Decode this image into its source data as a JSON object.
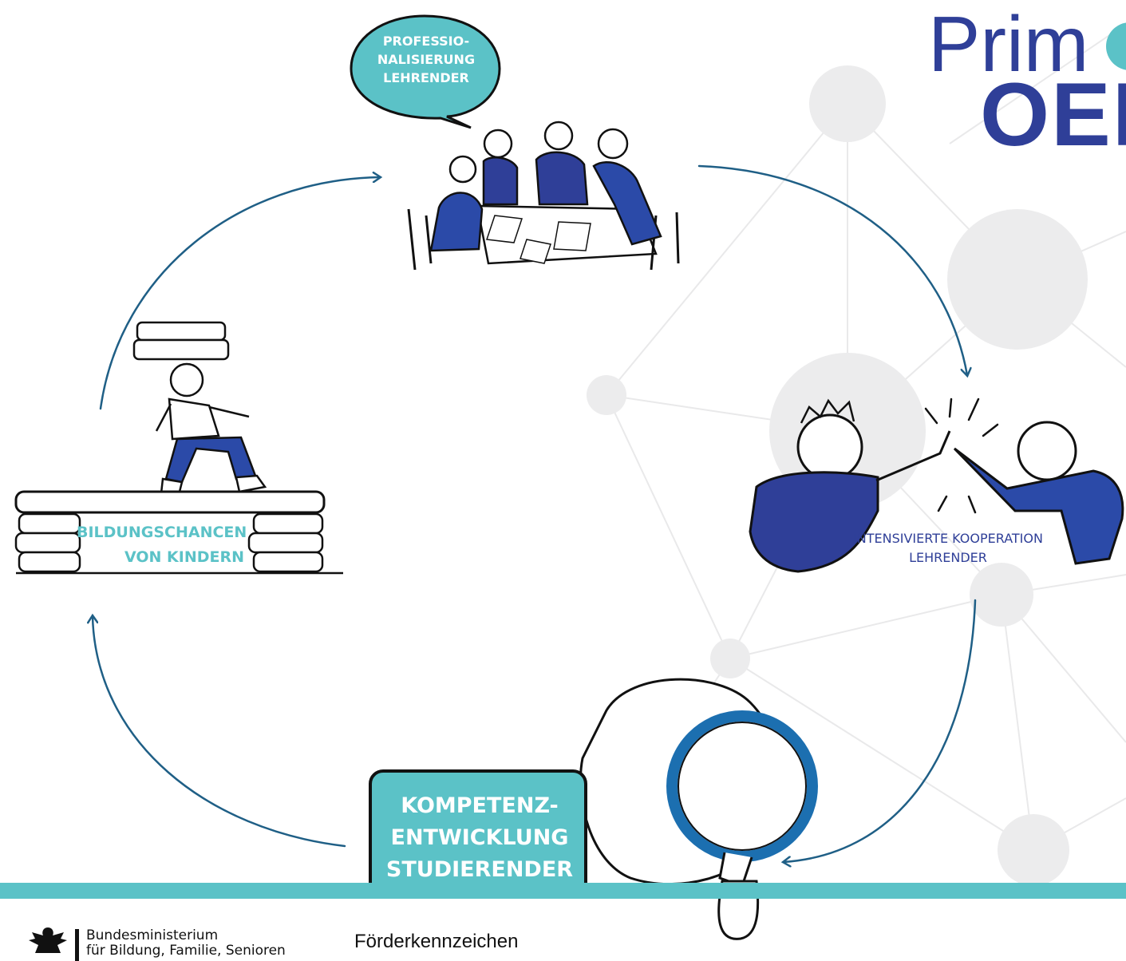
{
  "logo": {
    "line1": "Prim",
    "line2": "OER"
  },
  "nodes": {
    "professionalisierung": [
      "PROFESSIO-",
      "NALISIERUNG",
      "LEHRENDER"
    ],
    "kooperation": [
      "INTENSIVIERTE KOOPERATION",
      "LEHRENDER"
    ],
    "kompetenz": [
      "KOMPETENZ-",
      "ENTWICKLUNG",
      "STUDIERENDER"
    ],
    "bildung": [
      "BILDUNGSCHANCEN",
      "VON KINDERN"
    ]
  },
  "footer": {
    "ministry": [
      "Bundesministerium",
      "für Bildung, Familie, Senioren"
    ],
    "foerderkennzeichen": "Förderkennzeichen"
  },
  "colors": {
    "teal": "#5bc2c7",
    "navy": "#2f3f98",
    "royal": "#2b4aa8",
    "arrow": "#1f5f86",
    "network": "#e9e9ea"
  }
}
